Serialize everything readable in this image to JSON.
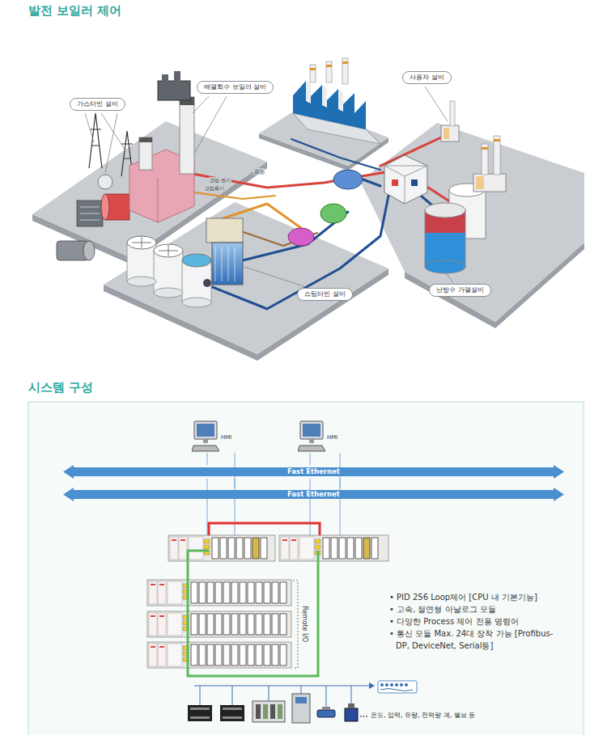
{
  "diagram": {
    "title": "발전 보일러 제어",
    "nodes": [
      {
        "text": [
          "가스터빈 설비"
        ]
      },
      {
        "text": [
          "배열회수 보일러 설비"
        ]
      },
      {
        "text": [
          "사용자 설비"
        ]
      },
      {
        "text": [
          "스팀터빈 설비"
        ]
      },
      {
        "text": [
          "난방수 가열설비"
        ]
      },
      {
        "text": [
          "HMI"
        ]
      },
      {
        "text": [
          "HMI"
        ]
      },
      {
        "text": [
          "Fast Ethernet"
        ]
      },
      {
        "text": [
          "Fast Ethernet"
        ]
      }
    ],
    "edges": [
      {
        "from": 5,
        "to": 7,
        "arrow": "none"
      },
      {
        "from": 5,
        "to": 8,
        "arrow": "none"
      },
      {
        "from": 6,
        "to": 7,
        "arrow": "none"
      },
      {
        "from": 6,
        "to": 8,
        "arrow": "none"
      }
    ],
    "labels": [
      "고압 전기",
      "급수",
      "고압증기",
      "시스템 구성",
      "Remote I/O",
      "• PID 256 Loop제어 [CPU 내 기본기능]",
      "• 고속, 절연형 아날로그 모듈",
      "• 다양한 Process 제어 전용 명령어",
      "• 통신 모듈 Max. 24대 장착 가능 [Profibus-DP, DeviceNet, Serial등]",
      "온도, 압력, 유량, 전력량 계, 밸브 등"
    ]
  }
}
